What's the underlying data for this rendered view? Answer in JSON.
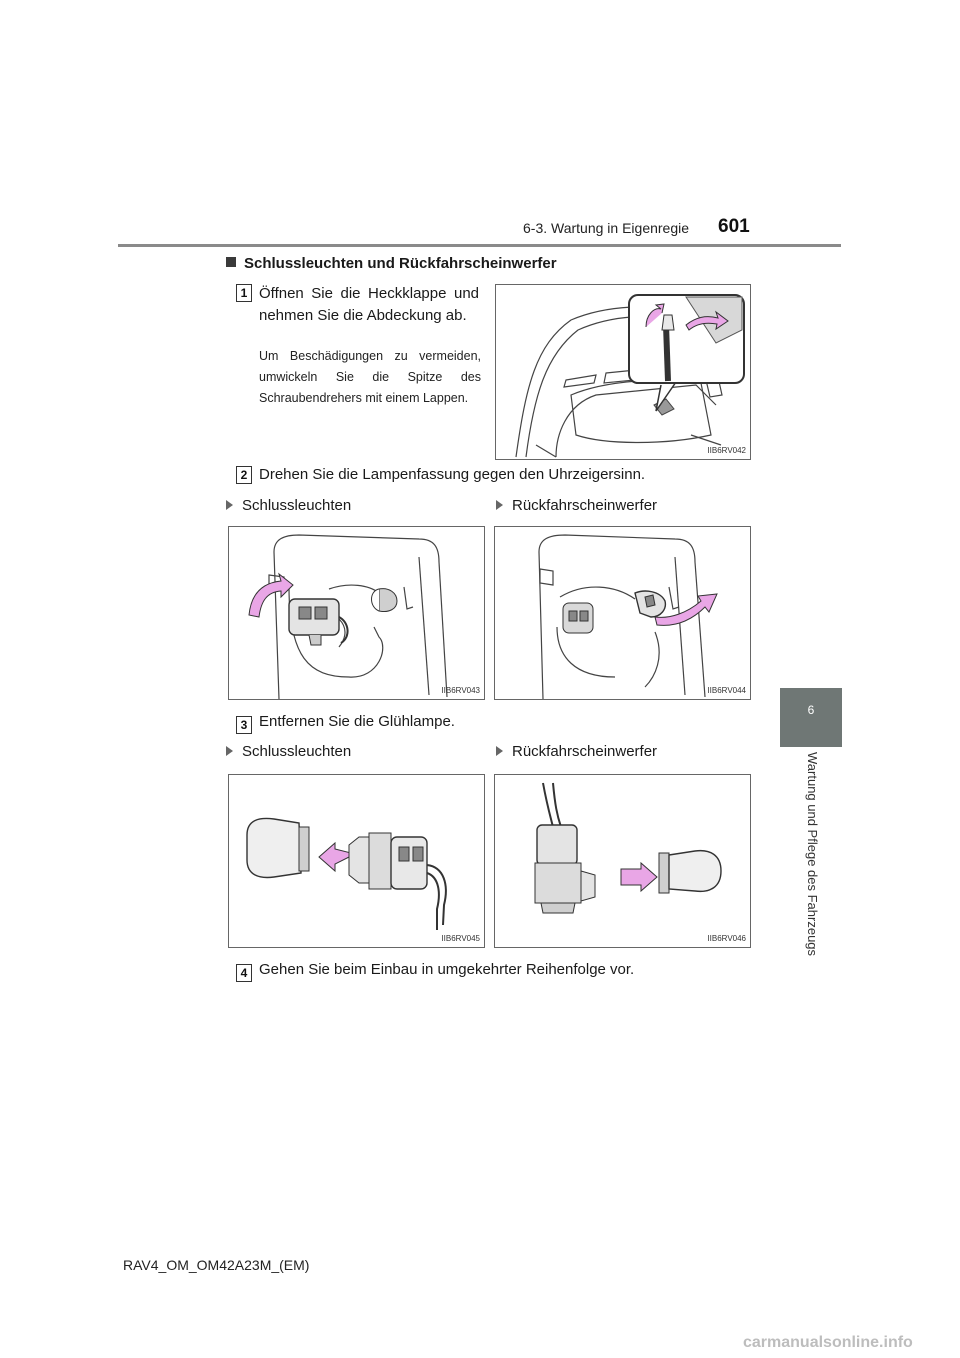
{
  "header": {
    "section": "6-3. Wartung in Eigenregie",
    "page_number": "601"
  },
  "side_tab": {
    "number": "6",
    "label": "Wartung und Pflege des Fahrzeugs"
  },
  "section_title": "Schlussleuchten und Rückfahrscheinwerfer",
  "steps": [
    {
      "number": "1",
      "text": "Öffnen Sie die Heckklappe und nehmen Sie die Abdeckung ab.",
      "note": "Um Beschädigungen zu vermeiden, umwickeln Sie die Spitze des Schraubendrehers mit einem Lappen."
    },
    {
      "number": "2",
      "text": "Drehen Sie die Lampenfassung gegen den Uhrzeigersinn."
    },
    {
      "number": "3",
      "text": "Entfernen Sie die Glühlampe."
    },
    {
      "number": "4",
      "text": "Gehen Sie beim Einbau in umgekehrter Reihenfolge vor."
    }
  ],
  "sub_labels": {
    "tail": "Schlussleuchten",
    "reverse": "Rückfahrscheinwerfer"
  },
  "figures": {
    "fig1": "IIB6RV042",
    "fig2": "IIB6RV043",
    "fig3": "IIB6RV044",
    "fig4": "IIB6RV045",
    "fig5": "IIB6RV046"
  },
  "footer": {
    "model": "RAV4_OM_OM42A23M_(EM)",
    "site": "carmanualsonline.info"
  },
  "colors": {
    "tab": "#6f7775",
    "arrow": "#e9a6e6",
    "rule": "#8a8a8a"
  }
}
